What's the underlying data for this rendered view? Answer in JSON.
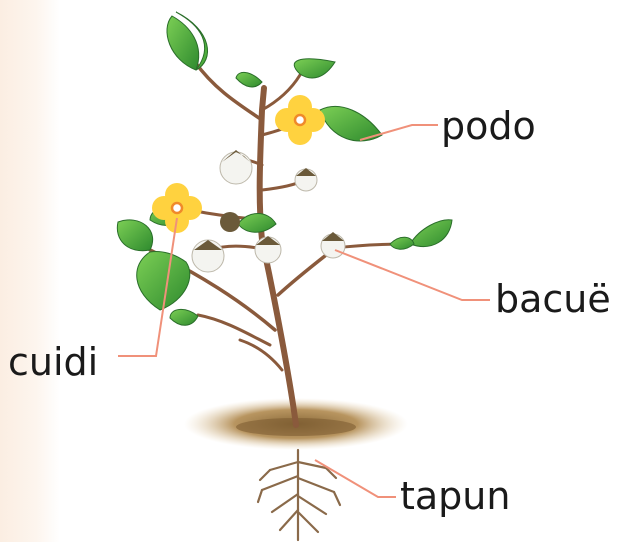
{
  "labels": {
    "leaf": "podo",
    "boll": "bacuë",
    "flower": "cuidi",
    "root": "tapun"
  },
  "colors": {
    "leader_line": "#f0917a",
    "stem": "#8a5a3c",
    "leaf": "#3f9e3a",
    "flower": "#ffd23f",
    "soil": "#b08a55",
    "root": "#8a6a4a",
    "boll_fiber": "#f4f4f0"
  }
}
